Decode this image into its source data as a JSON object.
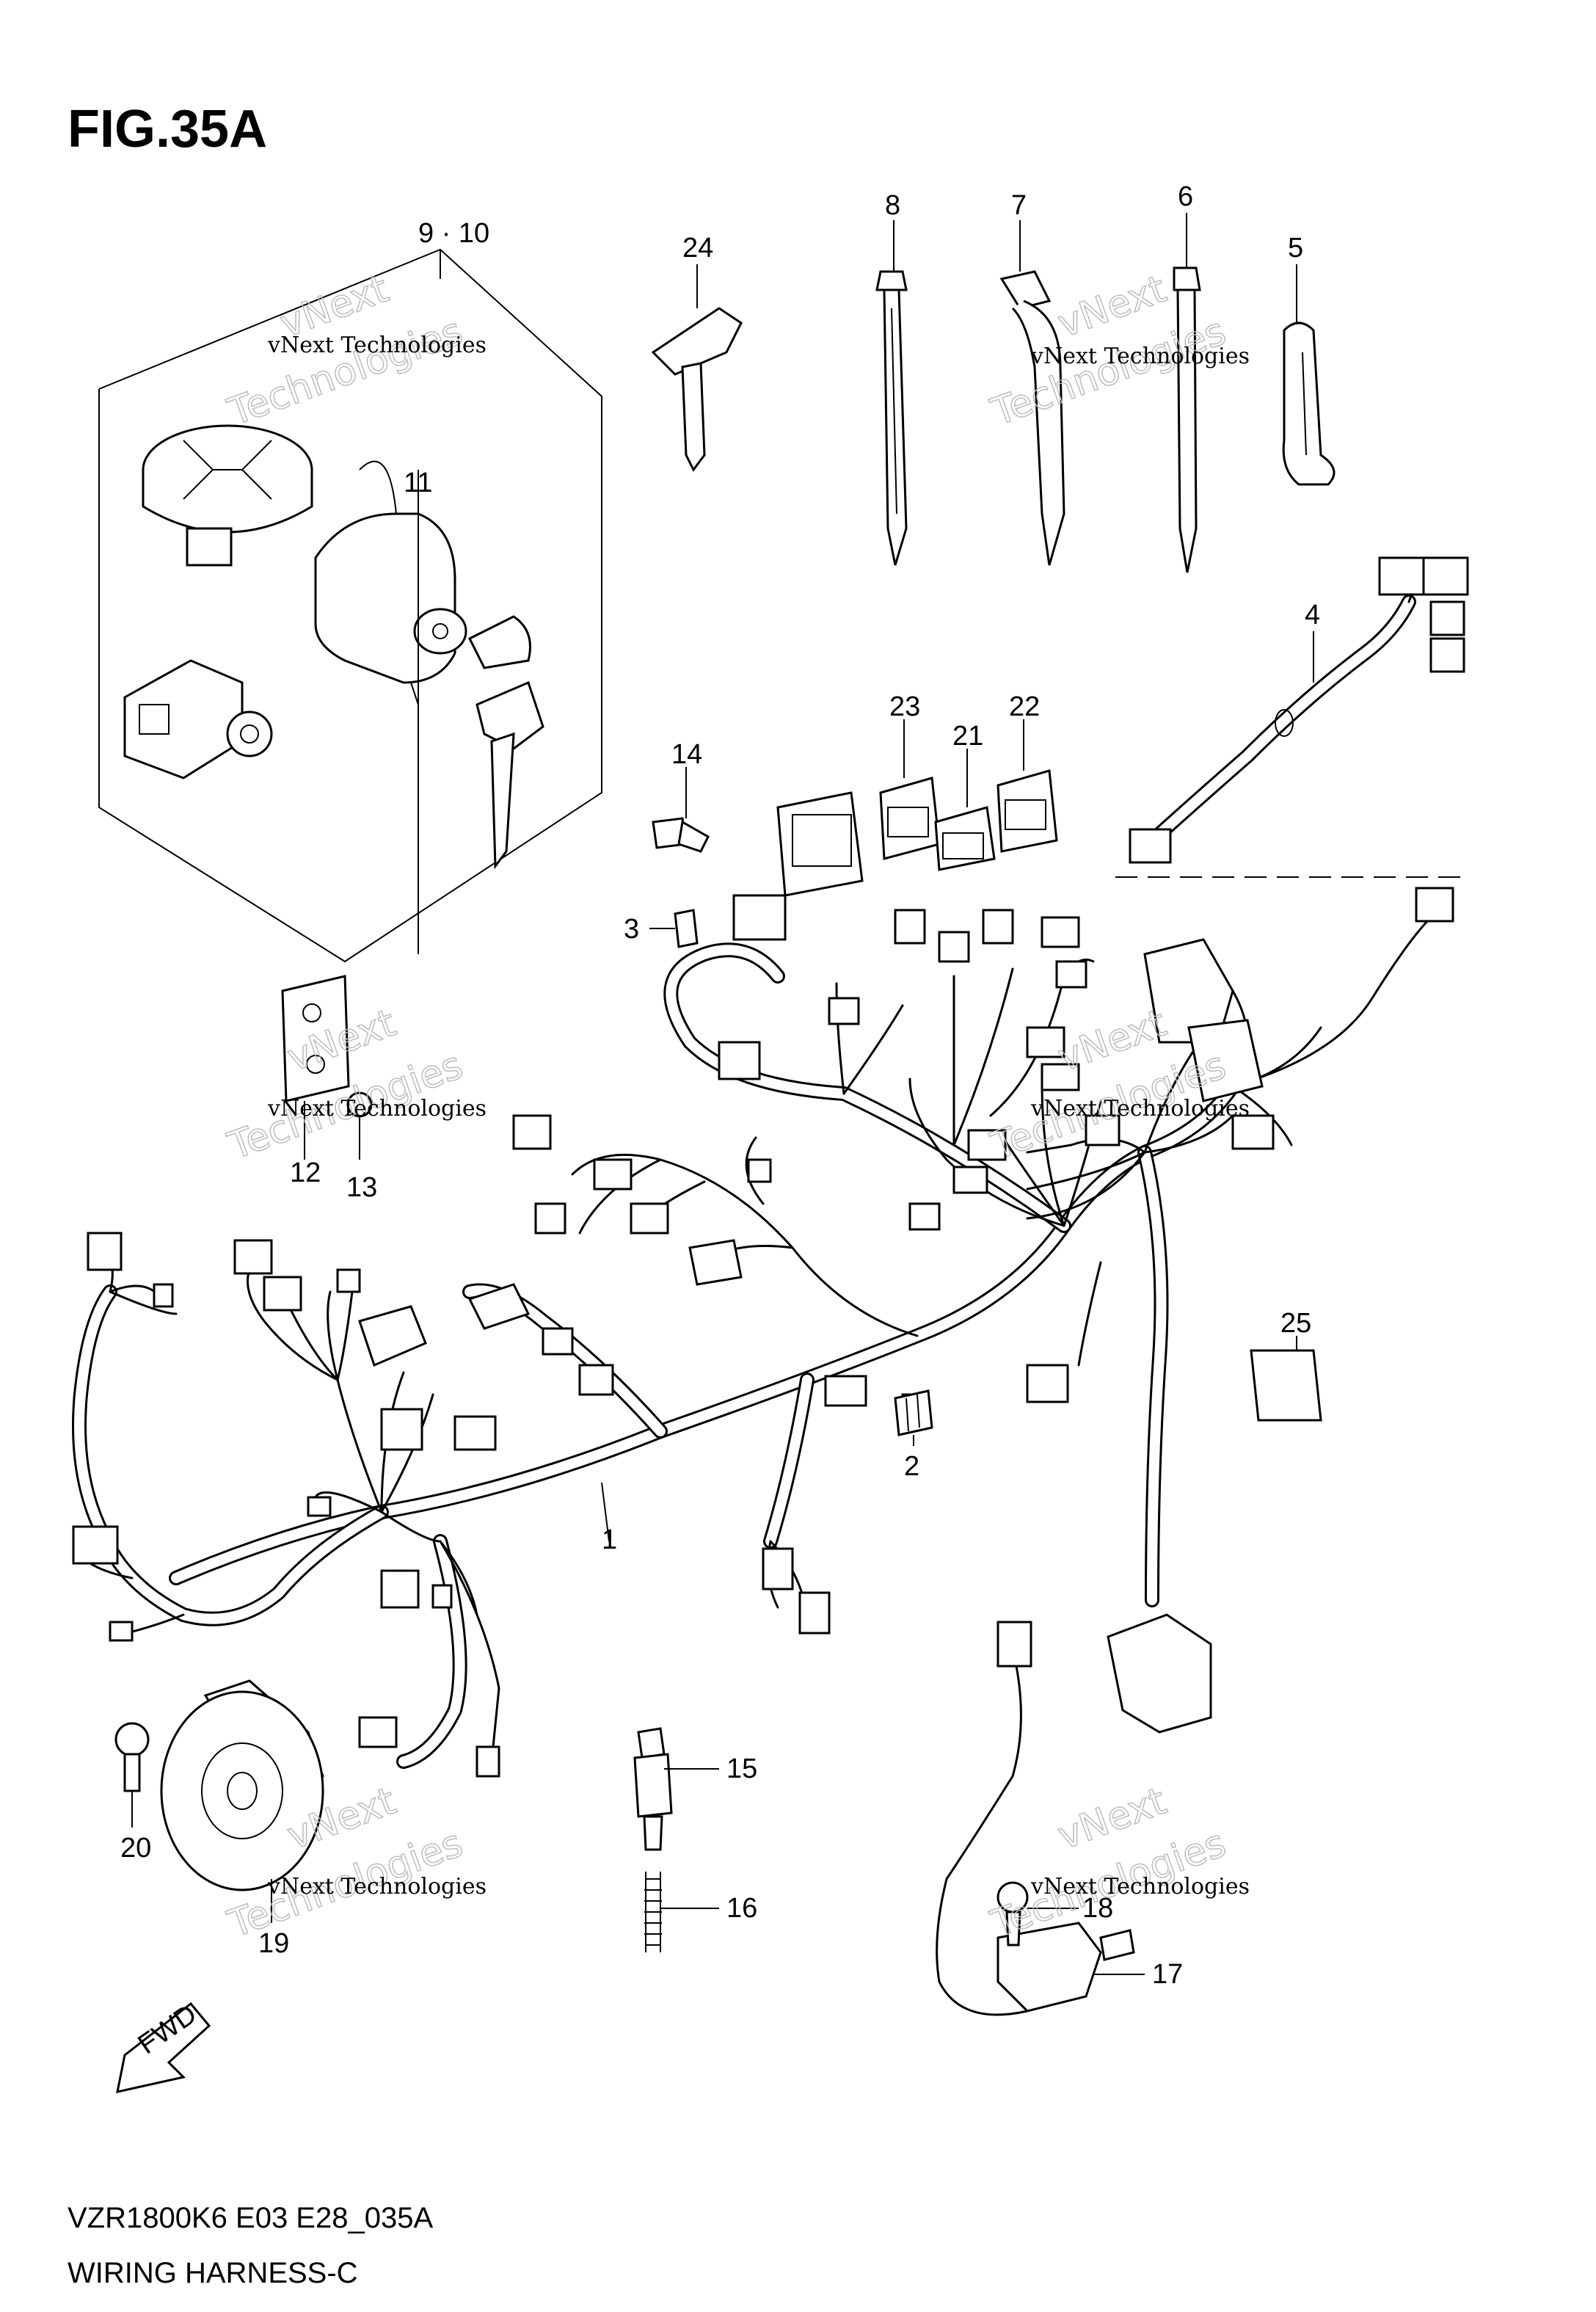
{
  "figure": {
    "title": "FIG.35A"
  },
  "callouts": {
    "c1": "1",
    "c2": "2",
    "c3": "3",
    "c4": "4",
    "c5": "5",
    "c6": "6",
    "c7": "7",
    "c8": "8",
    "c9_10": "9 · 10",
    "c11": "11",
    "c12": "12",
    "c13": "13",
    "c14": "14",
    "c15": "15",
    "c16": "16",
    "c17": "17",
    "c18": "18",
    "c19": "19",
    "c20": "20",
    "c21": "21",
    "c22": "22",
    "c23": "23",
    "c24": "24",
    "c25": "25"
  },
  "fwd_label": "FWD",
  "watermark": {
    "small": "vNext Technologies",
    "big_top": "vNext",
    "big_bottom": "Technologies"
  },
  "footer": {
    "model_code": "VZR1800K6 E03 E28_035A",
    "caption": "WIRING HARNESS-C"
  }
}
